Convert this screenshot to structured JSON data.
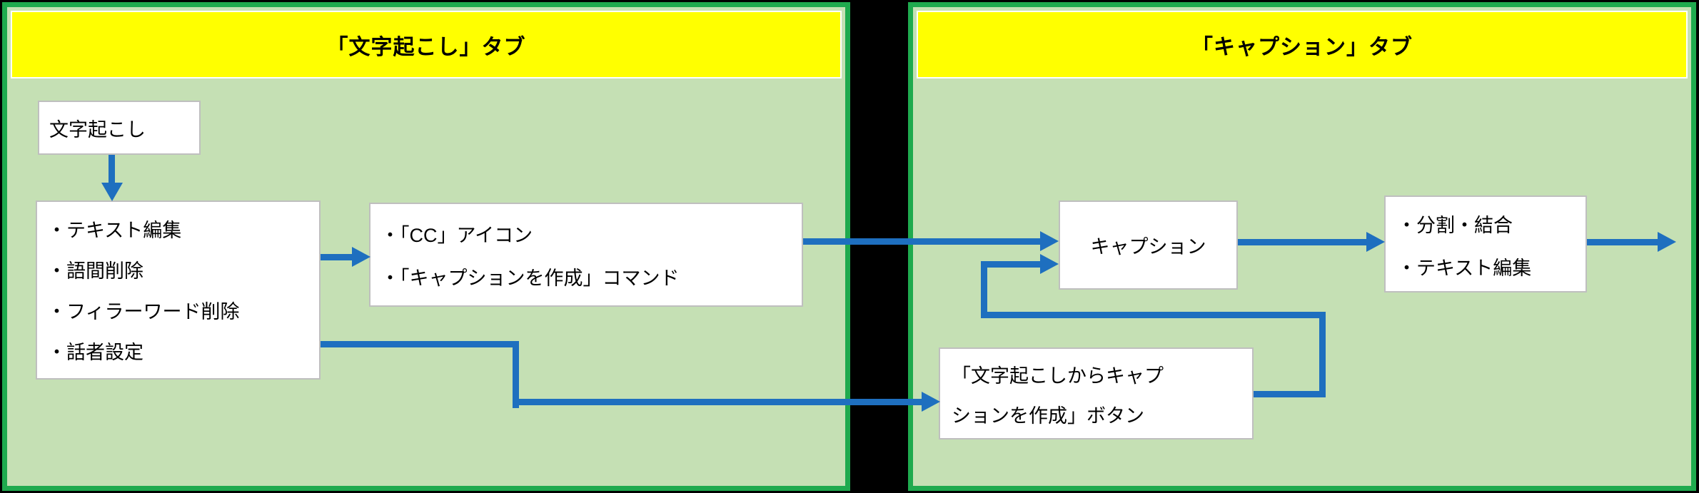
{
  "colors": {
    "panel_border": "#1faa4e",
    "panel_background": "#c5e0b4",
    "header_background": "#ffff00",
    "arrow": "#1e6fbf",
    "node_background": "#ffffff",
    "node_border": "#bfbfbf"
  },
  "panels": {
    "left": {
      "title": "「文字起こし」タブ"
    },
    "right": {
      "title": "「キャプション」タブ"
    }
  },
  "nodes": {
    "transcribe": {
      "label": "文字起こし"
    },
    "edit_list": {
      "lines": [
        "・テキスト編集",
        "・語間削除",
        "・フィラーワード削除",
        "・話者設定"
      ]
    },
    "cc": {
      "lines": [
        "・「CC」アイコン",
        "・「キャプションを作成」コマンド"
      ]
    },
    "caption": {
      "label": "キャプション"
    },
    "split": {
      "lines": [
        "・分割・結合",
        "・テキスト編集"
      ]
    },
    "create_button": {
      "lines": [
        "「文字起こしからキャプ",
        "ションを作成」ボタン"
      ]
    }
  }
}
